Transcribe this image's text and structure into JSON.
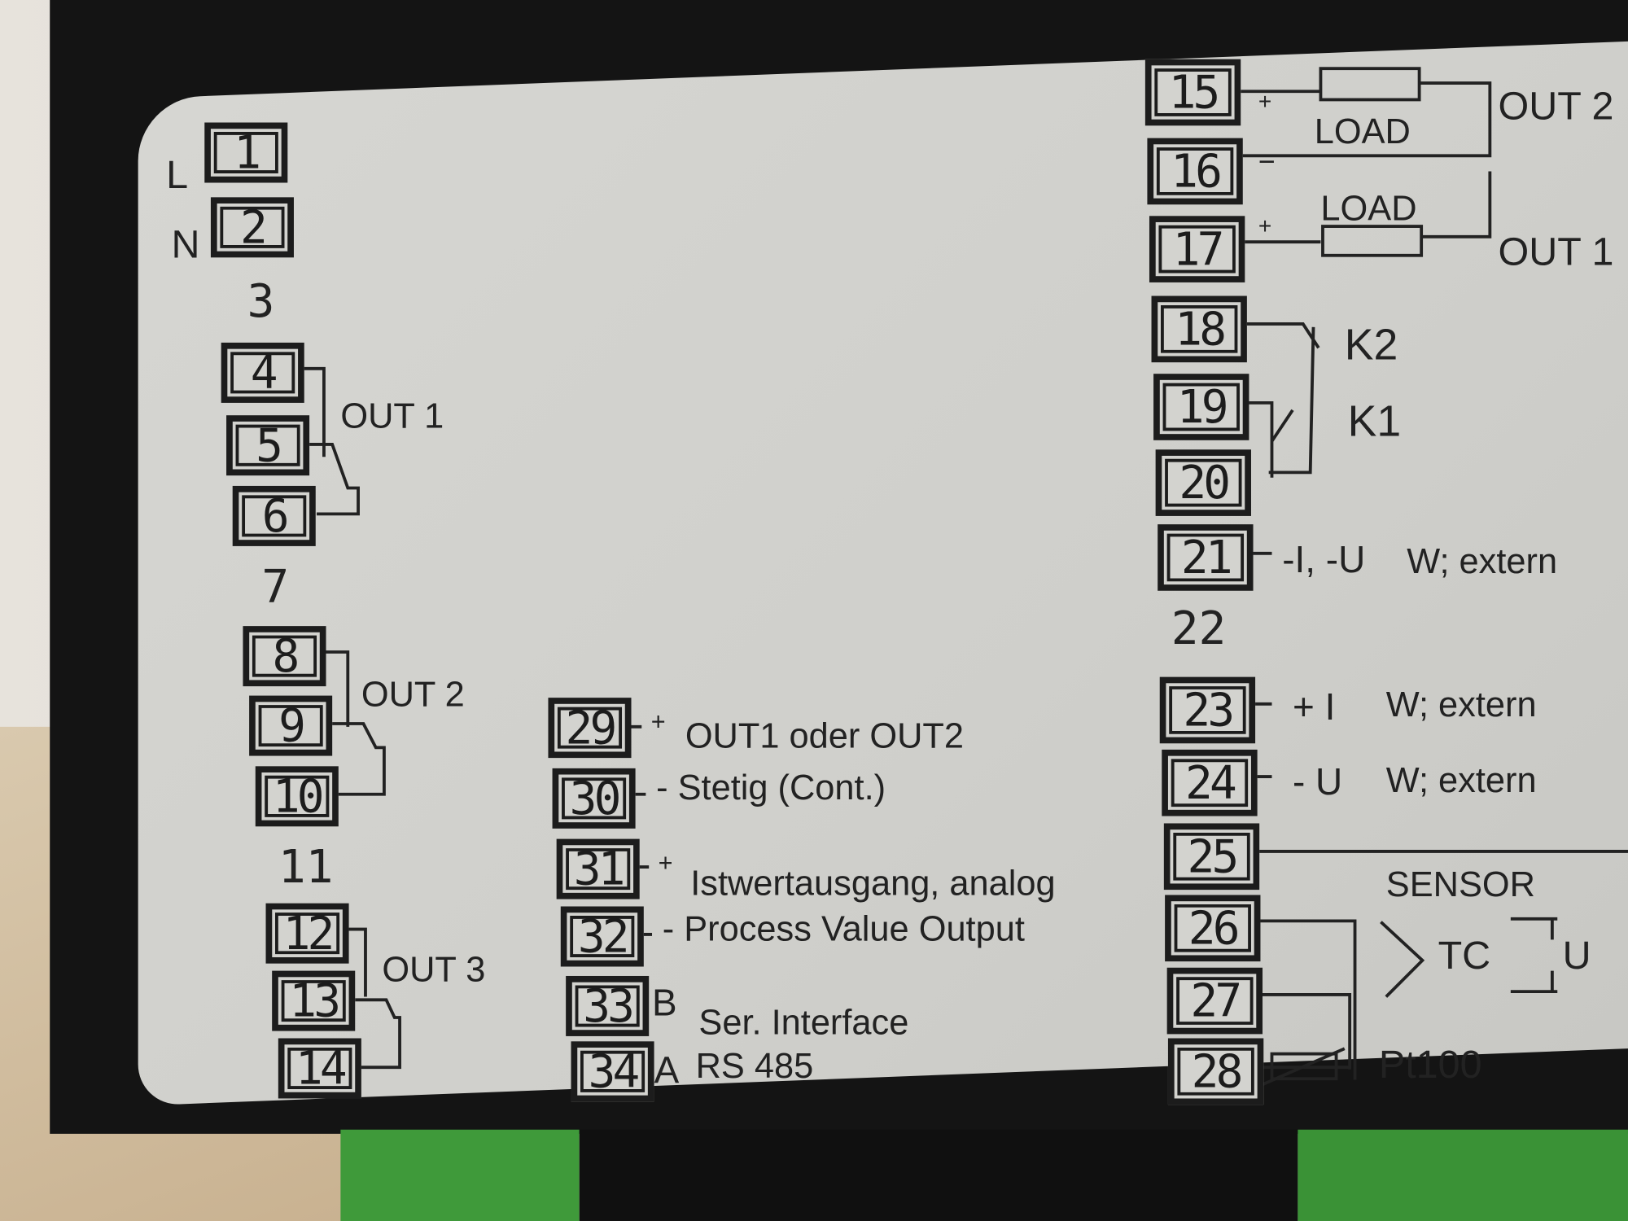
{
  "left_terminals": {
    "t1": "1",
    "t2": "2",
    "t3": "3",
    "t4": "4",
    "t5": "5",
    "t6": "6",
    "t7": "7",
    "t8": "8",
    "t9": "9",
    "t10": "10",
    "t11": "11",
    "t12": "12",
    "t13": "13",
    "t14": "14"
  },
  "left_labels": {
    "L": "L",
    "N": "N",
    "out1": "OUT 1",
    "out2": "OUT 2",
    "out3": "OUT 3"
  },
  "mid_terminals": {
    "t29": "29",
    "t30": "30",
    "t31": "31",
    "t32": "32",
    "t33": "33",
    "t34": "34"
  },
  "mid_labels": {
    "plus1": "+",
    "l29": "OUT1 oder OUT2",
    "l30": "- Stetig (Cont.)",
    "plus2": "+",
    "l31": "Istwertausgang, analog",
    "l32": "- Process Value Output",
    "b": "B",
    "l33": "Ser. Interface",
    "a": "A",
    "l34": "RS 485"
  },
  "right_terminals": {
    "t15": "15",
    "t16": "16",
    "t17": "17",
    "t18": "18",
    "t19": "19",
    "t20": "20",
    "t21": "21",
    "t22": "22",
    "t23": "23",
    "t24": "24",
    "t25": "25",
    "t26": "26",
    "t27": "27",
    "t28": "28"
  },
  "right_labels": {
    "load1": "LOAD",
    "load2": "LOAD",
    "out2": "OUT 2",
    "out1": "OUT 1",
    "plus15": "+",
    "minus16": "−",
    "plus17": "+",
    "k2": "K2",
    "k1": "K1",
    "l21": "-I, -U",
    "w21": "W; extern",
    "l23": "+ I",
    "w23": "W; extern",
    "l24": "- U",
    "w24": "W; extern",
    "sensor": "SENSOR",
    "tc": "TC",
    "u": "U",
    "pt100": "Pt100"
  }
}
